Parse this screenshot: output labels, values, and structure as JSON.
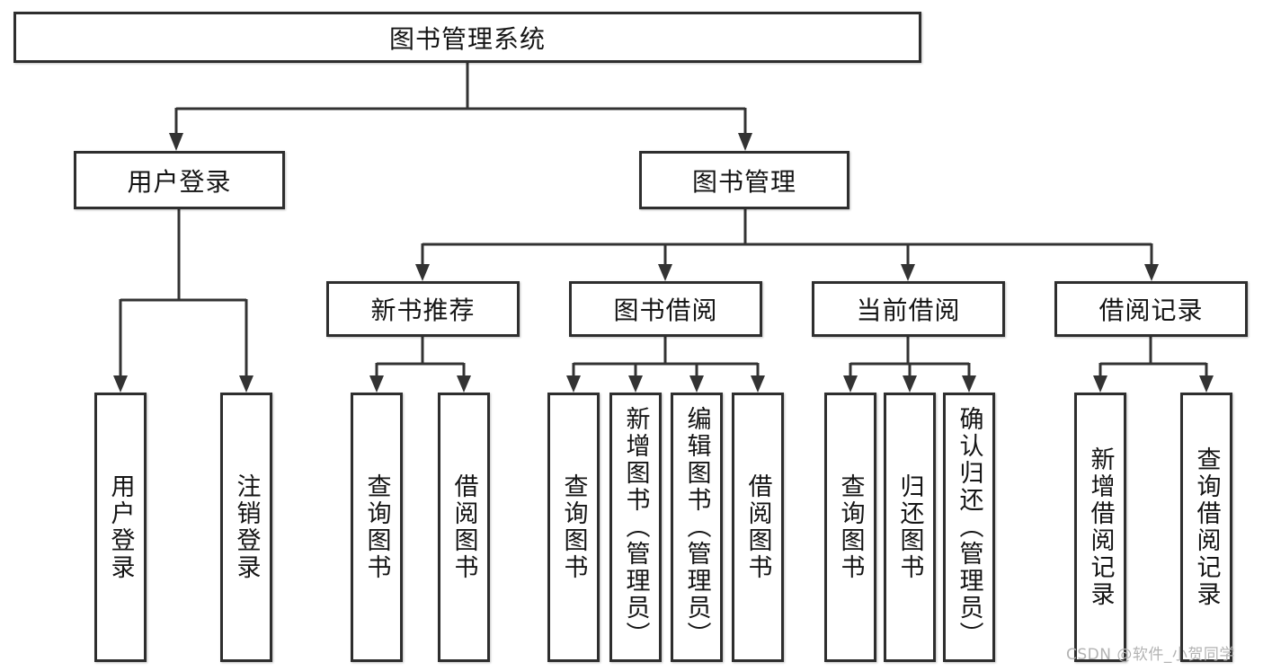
{
  "nodes": {
    "root": "图书管理系统",
    "user_login": "用户登录",
    "book_mgmt": "图书管理",
    "new_book_rec": "新书推荐",
    "book_borrow": "图书借阅",
    "current_borrow": "当前借阅",
    "borrow_records": "借阅记录",
    "login_leaf": "用户登录",
    "logout_leaf": "注销登录",
    "rec_query_book": "查询图书",
    "rec_borrow_book": "借阅图书",
    "bb_query_book": "查询图书",
    "bb_add_book": "新增图书（管理员）",
    "bb_edit_book": "编辑图书（管理员）",
    "bb_borrow_book": "借阅图书",
    "cb_query_book": "查询图书",
    "cb_return_book": "归还图书",
    "cb_confirm_return": "确认归还（管理员）",
    "br_add_record": "新增借阅记录",
    "br_query_record": "查询借阅记录"
  },
  "hierarchy": {
    "图书管理系统": {
      "用户登录": [
        "用户登录",
        "注销登录"
      ],
      "图书管理": {
        "新书推荐": [
          "查询图书",
          "借阅图书"
        ],
        "图书借阅": [
          "查询图书",
          "新增图书（管理员）",
          "编辑图书（管理员）",
          "借阅图书"
        ],
        "当前借阅": [
          "查询图书",
          "归还图书",
          "确认归还（管理员）"
        ],
        "借阅记录": [
          "新增借阅记录",
          "查询借阅记录"
        ]
      }
    }
  },
  "watermark": "CSDN @软件_小贺同学",
  "colors": {
    "line": "#333333",
    "box_border": "#2e2e2e",
    "text": "#141414",
    "watermark": "#b3b3b3",
    "background": "#ffffff"
  }
}
